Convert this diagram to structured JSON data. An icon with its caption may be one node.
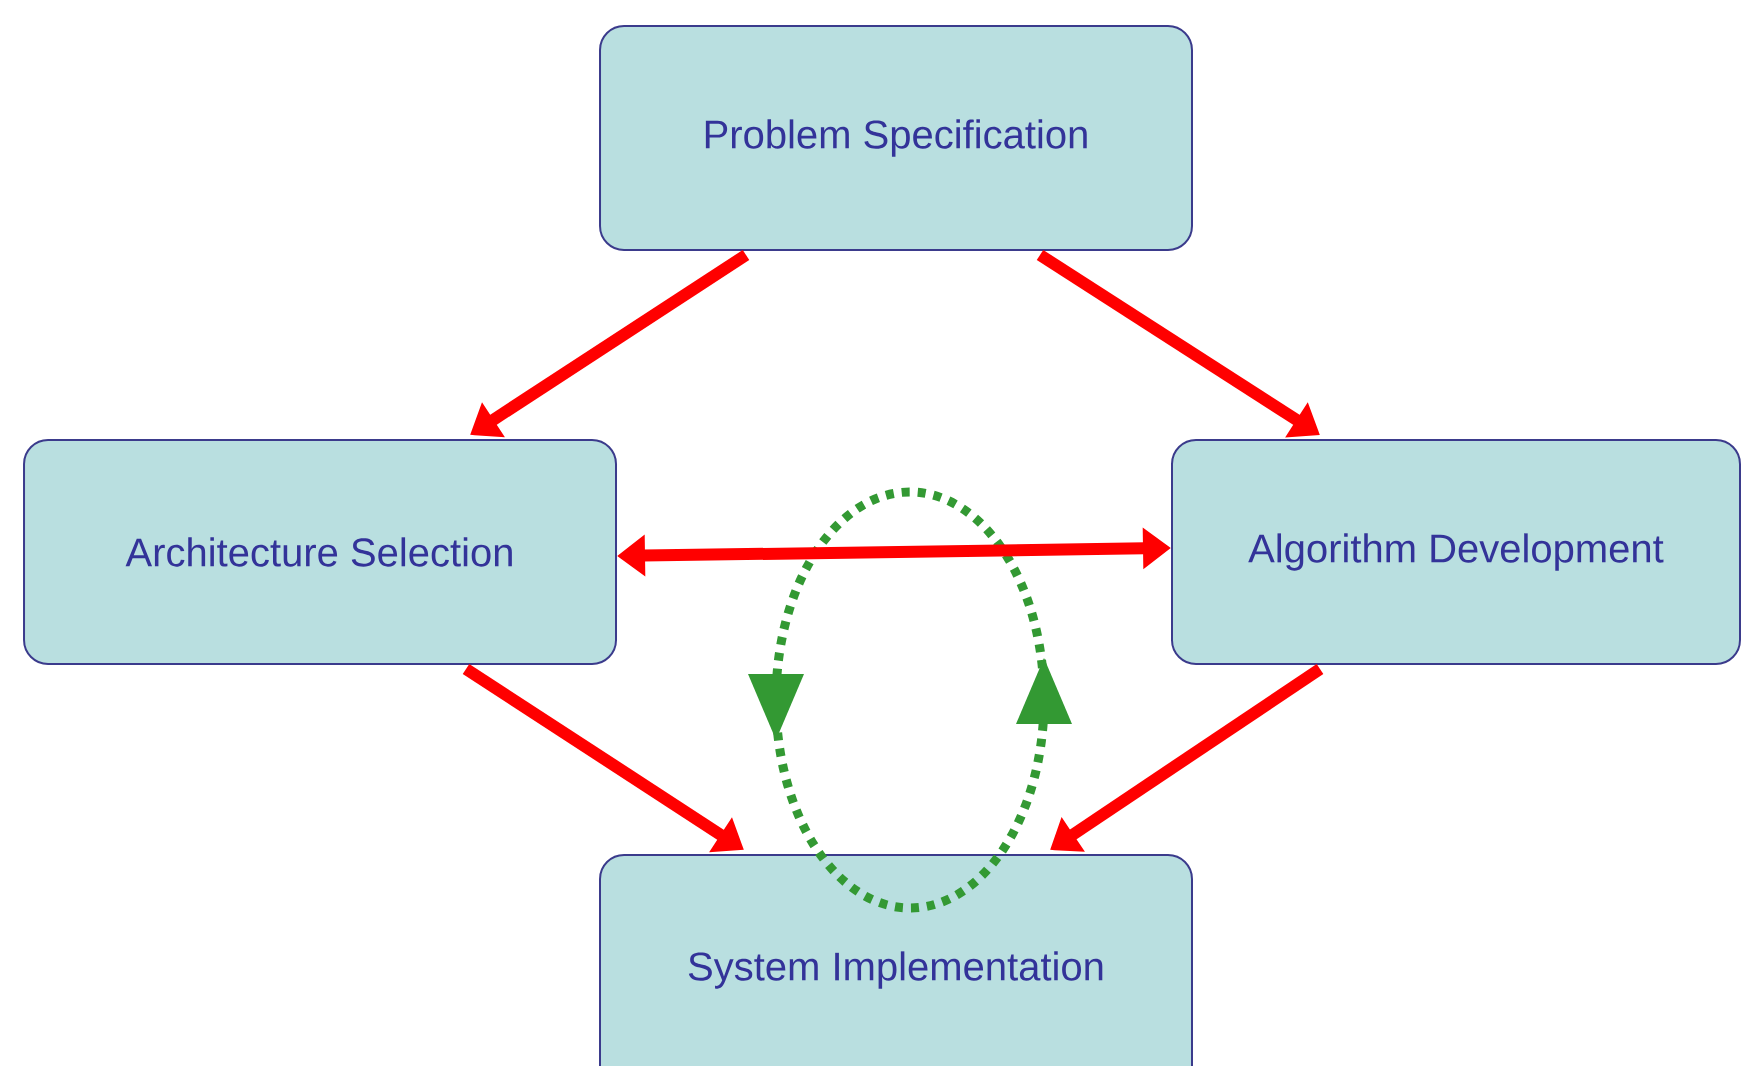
{
  "diagram": {
    "nodes": [
      {
        "text": [
          "Problem Specification"
        ]
      },
      {
        "text": [
          "Architecture Selection"
        ]
      },
      {
        "text": [
          "Algorithm Development"
        ]
      },
      {
        "text": [
          "System Implementation"
        ]
      }
    ],
    "edges": [
      {
        "from": 0,
        "to": 1,
        "arrow": "to"
      },
      {
        "from": 0,
        "to": 2,
        "arrow": "to"
      },
      {
        "from": 1,
        "to": 2,
        "arrow": "both"
      },
      {
        "from": 1,
        "to": 3,
        "arrow": "to"
      },
      {
        "from": 2,
        "to": 3,
        "arrow": "to"
      }
    ]
  }
}
